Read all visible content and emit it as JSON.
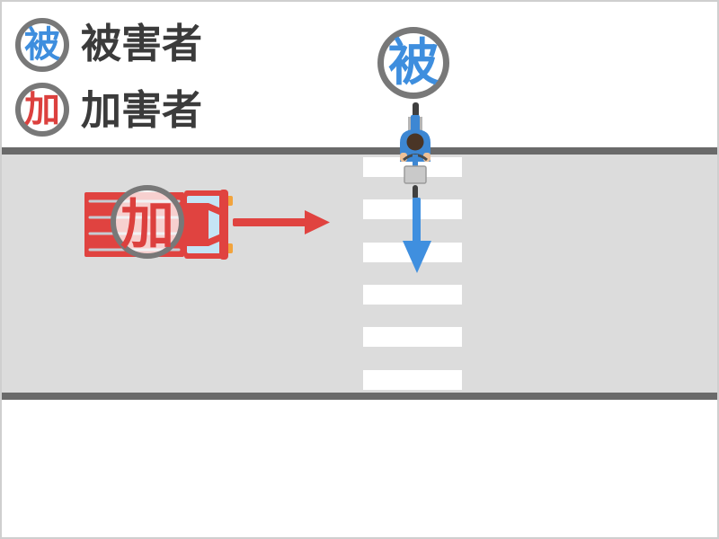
{
  "diagram": {
    "kind": "traffic-accident-diagram",
    "legend": {
      "items": [
        {
          "badge": "被",
          "label": "被害者",
          "badge_color": "#3e8ede"
        },
        {
          "badge": "加",
          "label": "加害者",
          "badge_color": "#dc403e"
        }
      ]
    },
    "victim": {
      "badge": "被",
      "vehicle": "bicycle",
      "arrow_direction": "down",
      "arrow_color": "#3f8fdf"
    },
    "perpetrator": {
      "badge": "加",
      "vehicle": "truck",
      "arrow_direction": "right",
      "arrow_color": "#e04340"
    },
    "colors": {
      "road_surface": "#dcdcdc",
      "road_edge_line": "#6a6a6a",
      "crosswalk_stripe": "#ffffff",
      "badge_ring": "#787878",
      "legend_text": "#3b3b3b",
      "truck_body": "#e04340",
      "truck_glass": "#c5e4f5",
      "truck_lights": "#f2a33c",
      "rider_shirt": "#3d87d3",
      "background": "#ffffff"
    }
  }
}
